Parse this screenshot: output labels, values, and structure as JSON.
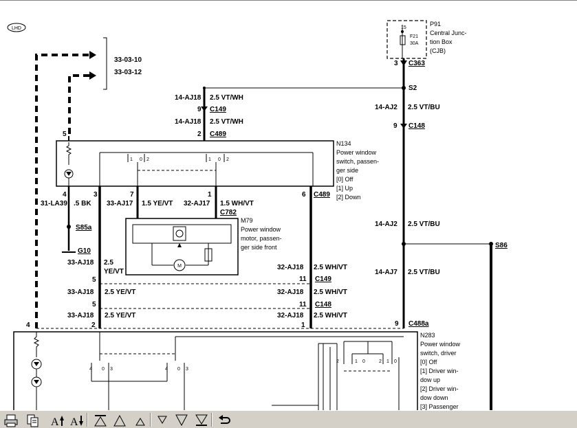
{
  "diagram": {
    "badge": "LHD",
    "refs": [
      "33-03-10",
      "33-03-12"
    ],
    "top_wires": [
      {
        "circuit": "14-AJ18",
        "spec": "2.5 VT/WH"
      },
      {
        "pin": "9",
        "connector": "C149"
      },
      {
        "circuit": "14-AJ18",
        "spec": "2.5 VT/WH"
      },
      {
        "pin": "2",
        "connector": "C489"
      }
    ],
    "p91": {
      "id": "P91",
      "desc": [
        "Central Junc-",
        "tion Box",
        "(CJB)"
      ],
      "pin_15": "15",
      "fuse": "F21",
      "amps": "30A",
      "pin": "3",
      "connector": "C363"
    },
    "splices": {
      "s2": "S2",
      "s86": "S86",
      "s85a": "S85a"
    },
    "right_wires": [
      {
        "circuit": "14-AJ2",
        "spec": "2.5 VT/BU"
      },
      {
        "pin": "9",
        "connector": "C148"
      },
      {
        "circuit": "14-AJ2",
        "spec": "2.5 VT/BU"
      },
      {
        "circuit": "14-AJ7",
        "spec": "2.5 VT/BU"
      },
      {
        "pin": "9",
        "connector": "C488a"
      }
    ],
    "n134": {
      "id": "N134",
      "desc": [
        "Power window",
        "switch, passen-",
        "ger side"
      ],
      "pos": [
        "[0] Off",
        "[1] Up",
        "[2] Down"
      ],
      "sw_labels": [
        "1",
        "0",
        "2",
        "1",
        "0",
        "2"
      ],
      "pin_top": "5",
      "connector": "C489",
      "pins_bottom": [
        "4",
        "3",
        "7",
        "1",
        "6"
      ]
    },
    "n134_wires": {
      "w1": {
        "circuit": "31-LA39",
        "spec": ".5 BK"
      },
      "w2": {
        "circuit": "33-AJ17",
        "spec": "1.5 YE/VT"
      },
      "w3": {
        "circuit": "32-AJ17",
        "spec": "1.5 WH/VT"
      },
      "c782": "C782"
    },
    "ground": "G10",
    "m79": {
      "id": "M79",
      "desc": [
        "Power window",
        "motor, passen-",
        "ger side front"
      ],
      "motor": "M"
    },
    "lower_wires": [
      {
        "circuit": "33-AJ18",
        "spec": "2.5",
        "spec2": "YE/VT"
      },
      {
        "pin": "5"
      },
      {
        "circuit": "33-AJ18",
        "spec": "2.5 YE/VT"
      },
      {
        "pin": "5"
      },
      {
        "circuit": "33-AJ18",
        "spec": "2.5 YE/VT"
      },
      {
        "pin": "2"
      }
    ],
    "lower_wires_r": [
      {
        "circuit": "32-AJ18",
        "spec": "2.5 WH/VT"
      },
      {
        "pin": "11",
        "connector": "C149"
      },
      {
        "circuit": "32-AJ18",
        "spec": "2.5 WH/VT"
      },
      {
        "pin": "11",
        "connector": "C148"
      },
      {
        "circuit": "32-AJ18",
        "spec": "2.5 WH/VT"
      },
      {
        "pin": "1"
      }
    ],
    "n283": {
      "id": "N283",
      "desc": [
        "Power window",
        "switch, driver",
        "[0] Off",
        "[1] Driver win-",
        "dow up",
        "[2] Driver win-",
        "dow down",
        "[3] Passenger"
      ],
      "pin_left": "4",
      "sw_left": [
        "4",
        "0",
        "3",
        "4",
        "0",
        "3"
      ],
      "sw_right": [
        "2",
        "1",
        "0",
        "2",
        "1",
        "0"
      ]
    }
  },
  "toolbar": {
    "buttons": [
      "print",
      "copy-pages",
      "text-size-up",
      "text-size-down",
      "first-page",
      "previous-section",
      "previous-page",
      "next-page",
      "next-section",
      "last-page",
      "back"
    ]
  }
}
